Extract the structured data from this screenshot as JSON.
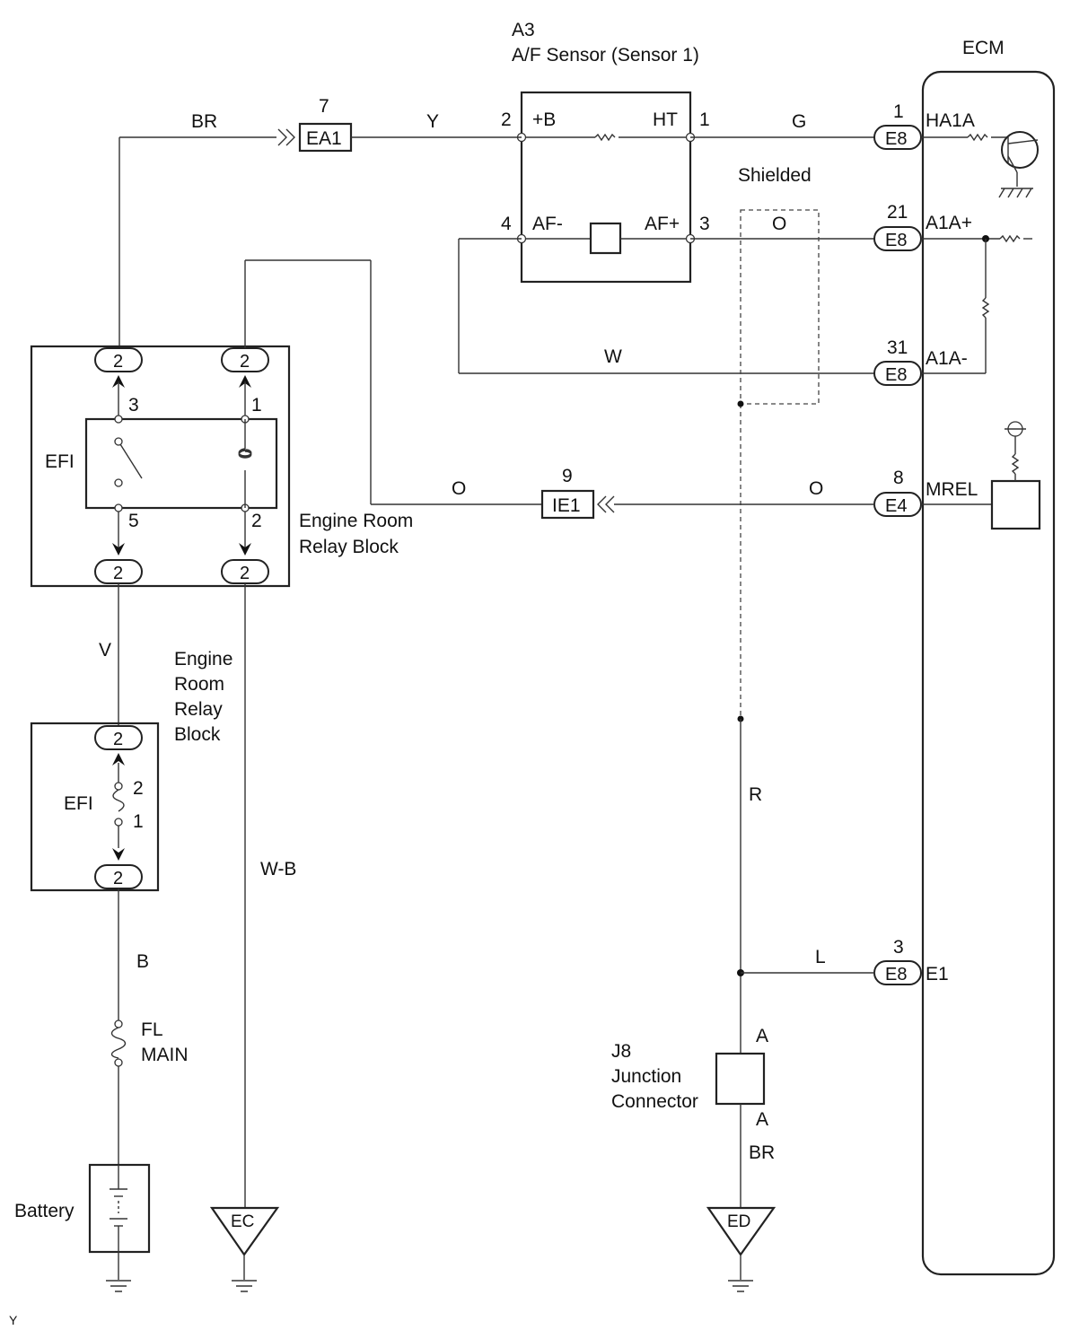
{
  "sensor": {
    "ref": "A3",
    "name": "A/F Sensor (Sensor 1)",
    "pins": {
      "p2": "2",
      "p1": "1",
      "p4": "4",
      "p3": "3"
    },
    "terminals": {
      "plus_b": "+B",
      "ht": "HT",
      "af_minus": "AF-",
      "af_plus": "AF+"
    }
  },
  "ecm": {
    "title": "ECM",
    "terminals": {
      "ha1a": {
        "pin": "1",
        "connector": "E8",
        "label": "HA1A"
      },
      "a1a_plus": {
        "pin": "21",
        "connector": "E8",
        "label": "A1A+"
      },
      "a1a_minus": {
        "pin": "31",
        "connector": "E8",
        "label": "A1A-"
      },
      "mrel": {
        "pin": "8",
        "connector": "E4",
        "label": "MREL"
      },
      "e1": {
        "pin": "3",
        "connector": "E8",
        "label": "E1"
      }
    }
  },
  "wires": {
    "br_top": "BR",
    "y": "Y",
    "g": "G",
    "o_shield": "O",
    "w": "W",
    "o_left": "O",
    "o_right": "O",
    "v": "V",
    "b": "B",
    "wb": "W-B",
    "r": "R",
    "l": "L",
    "br_bottom": "BR"
  },
  "connectors": {
    "ea1": {
      "pin": "7",
      "label": "EA1"
    },
    "ie1": {
      "pin": "9",
      "label": "IE1"
    }
  },
  "shield_label": "Shielded",
  "relay_block": {
    "efi_label": "EFI",
    "label_line1": "Engine Room",
    "label_line2": "Relay Block",
    "pills": {
      "tl": "2",
      "tr": "2",
      "bl": "2",
      "br": "2"
    },
    "pins": {
      "p3": "3",
      "p1": "1",
      "p5": "5",
      "p2": "2"
    }
  },
  "fuse_block": {
    "efi_label": "EFI",
    "label_lines": [
      "Engine",
      "Room",
      "Relay",
      "Block"
    ],
    "pills": {
      "top": "2",
      "bottom": "2"
    },
    "pins": {
      "p2": "2",
      "p1": "1"
    }
  },
  "fl_main": {
    "line1": "FL",
    "line2": "MAIN"
  },
  "battery": "Battery",
  "grounds": {
    "ec": "EC",
    "ed": "ED"
  },
  "junction": {
    "line1": "J8",
    "line2": "Junction",
    "line3": "Connector",
    "pin_top": "A",
    "pin_bottom": "A"
  },
  "footer_mark": "Y"
}
